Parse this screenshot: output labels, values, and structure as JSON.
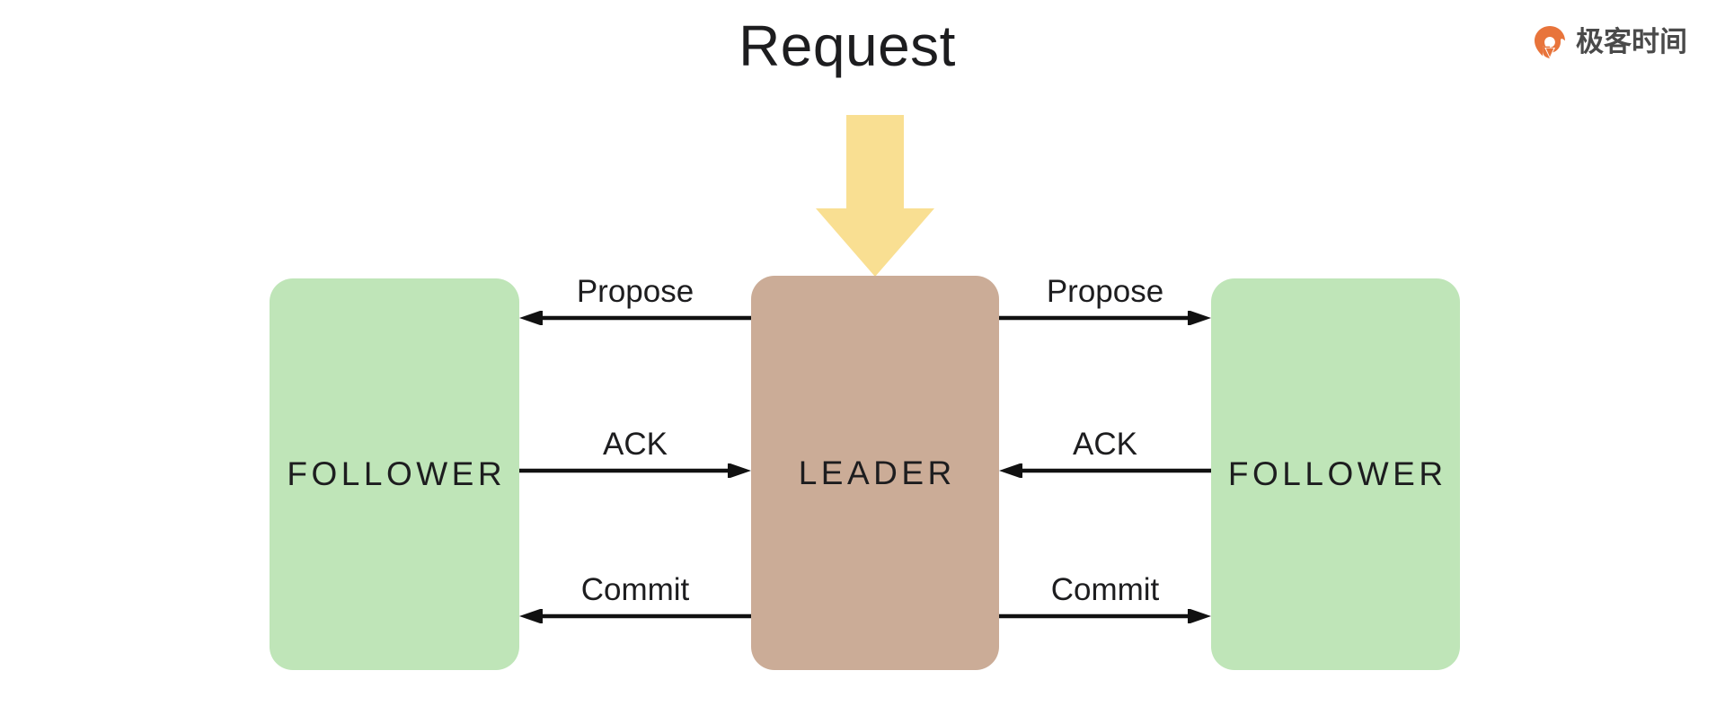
{
  "page": {
    "title": "Request",
    "background": "#ffffff"
  },
  "brand": {
    "name": "极客时间",
    "mark_icon": "geektime-logo-icon",
    "mark_color": "#E8743B",
    "text_color": "#4a4a4a"
  },
  "colors": {
    "follower_fill": "#BFE5B8",
    "leader_fill": "#CBAC97",
    "request_arrow": "#F9DF92",
    "arrow_stroke": "#111111",
    "text": "#1d1d1f"
  },
  "nodes": [
    {
      "id": "follower-left",
      "label": "FOLLOWER",
      "role": "follower",
      "fill": "#BFE5B8"
    },
    {
      "id": "leader",
      "label": "LEADER",
      "role": "leader",
      "fill": "#CBAC97"
    },
    {
      "id": "follower-right",
      "label": "FOLLOWER",
      "role": "follower",
      "fill": "#BFE5B8"
    }
  ],
  "request": {
    "label": "Request",
    "direction": "down",
    "target": "leader"
  },
  "messages": {
    "left": [
      {
        "label": "Propose",
        "direction": "left",
        "from": "leader",
        "to": "follower-left"
      },
      {
        "label": "ACK",
        "direction": "right",
        "from": "follower-left",
        "to": "leader"
      },
      {
        "label": "Commit",
        "direction": "left",
        "from": "leader",
        "to": "follower-left"
      }
    ],
    "right": [
      {
        "label": "Propose",
        "direction": "right",
        "from": "leader",
        "to": "follower-right"
      },
      {
        "label": "ACK",
        "direction": "left",
        "from": "follower-right",
        "to": "leader"
      },
      {
        "label": "Commit",
        "direction": "right",
        "from": "leader",
        "to": "follower-right"
      }
    ]
  }
}
